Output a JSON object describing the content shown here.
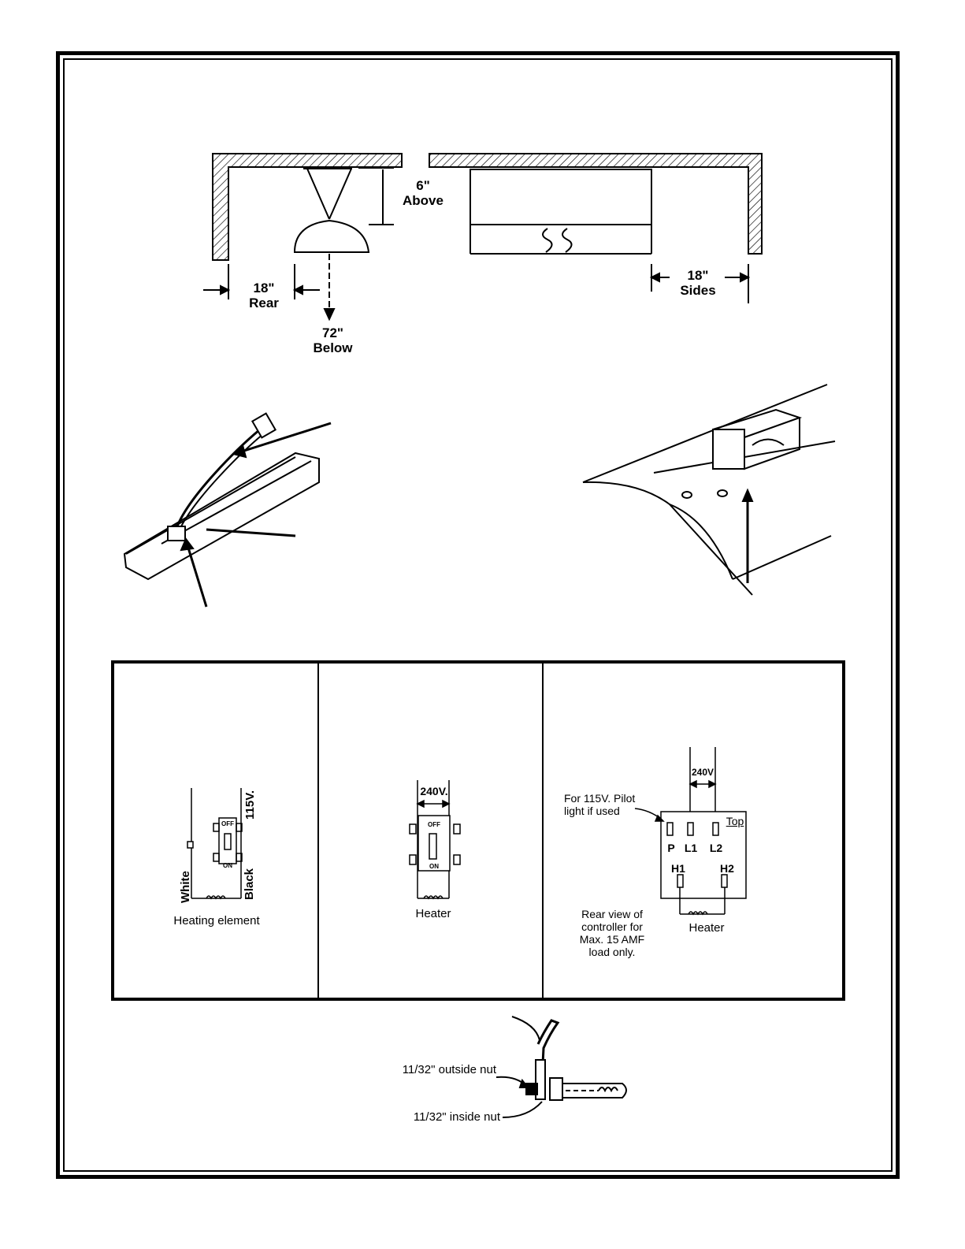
{
  "clearance": {
    "above": "6\"\nAbove",
    "rear": "18\"\nRear",
    "below": "72\"\nBelow",
    "sides": "18\"\nSides"
  },
  "wiring": {
    "panel1": {
      "voltage": "115V.",
      "white": "White",
      "black": "Black",
      "off": "OFF",
      "on": "ON",
      "caption": "Heating element"
    },
    "panel2": {
      "voltage": "240V.",
      "off": "OFF",
      "on": "ON",
      "caption": "Heater"
    },
    "panel3": {
      "voltage": "240V",
      "pilot_note": "For 115V. Pilot\nlight if used",
      "top": "Top",
      "p": "P",
      "l1": "L1",
      "l2": "L2",
      "h1": "H1",
      "h2": "H2",
      "heater": "Heater",
      "note": "Rear view of\ncontroller for\nMax. 15 AMF\nload only."
    }
  },
  "element_detail": {
    "outside_nut": "11/32\" outside nut",
    "inside_nut": "11/32\" inside nut"
  }
}
